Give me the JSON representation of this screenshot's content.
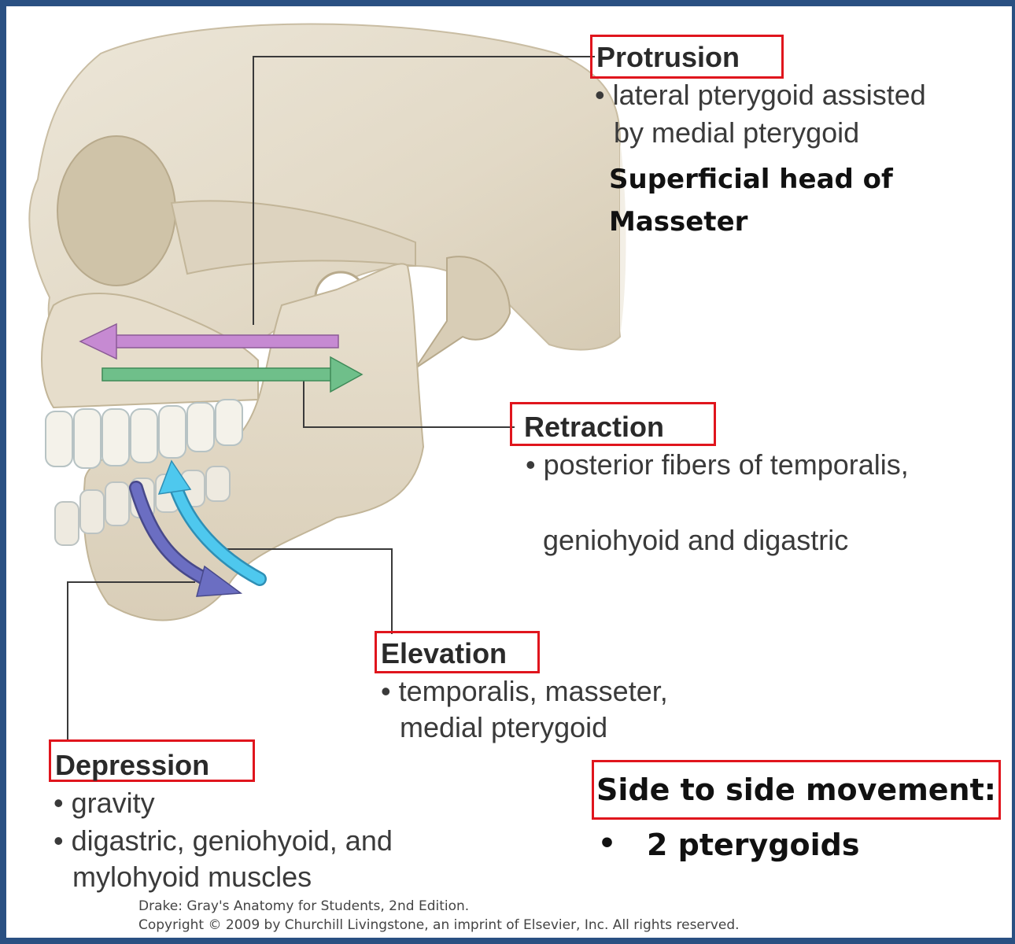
{
  "colors": {
    "frame": "#2a5082",
    "label_box": "#e0151d",
    "bone": "#e4dccb",
    "protrusion_arrow": "#c68ad2",
    "retraction_arrow": "#6fbf8a",
    "elevation_arrow": "#4ec8ee",
    "depression_arrow": "#6b6ec2"
  },
  "icons": [
    "skull-illustration",
    "protrusion-arrow",
    "retraction-arrow",
    "elevation-arrow",
    "depression-arrow"
  ],
  "protrusion": {
    "title": "Protrusion",
    "line1": "• lateral pterygoid assisted",
    "line2": "by medial pterygoid",
    "extra1": "Superficial head of",
    "extra2": "Masseter"
  },
  "retraction": {
    "title": "Retraction",
    "line1": "• posterior fibers of temporalis,",
    "line2": "geniohyoid and digastric"
  },
  "elevation": {
    "title": "Elevation",
    "line1": "• temporalis, masseter,",
    "line2": "medial pterygoid"
  },
  "depression": {
    "title": "Depression",
    "line1": "• gravity",
    "line2": "• digastric, geniohyoid, and",
    "line3": "mylohyoid muscles"
  },
  "side": {
    "title": "Side to side movement:",
    "bullet": "•",
    "item": "2 pterygoids"
  },
  "credit": {
    "line1": "Drake: Gray's Anatomy for Students, 2nd Edition.",
    "line2": "Copyright © 2009 by Churchill Livingstone, an imprint of Elsevier, Inc. All rights reserved."
  }
}
